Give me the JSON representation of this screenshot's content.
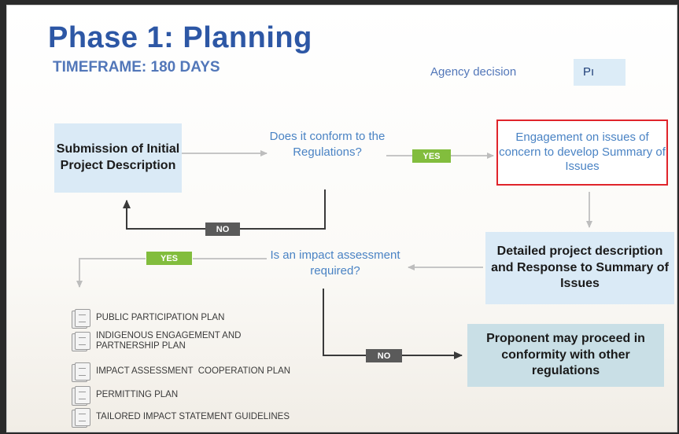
{
  "title": "Phase 1: Planning",
  "subtitle": "TIMEFRAME: 180 DAYS",
  "legend": {
    "label": "Agency decision",
    "swatch_text": "Pı"
  },
  "flow": {
    "submission": "Submission of Initial Project Description",
    "conform_question": "Does it conform to the Regulations?",
    "engagement": "Engagement on issues of concern to develop Summary of Issues",
    "detailed": "Detailed project description and Response to Summary of Issues",
    "ia_question": "Is an impact assessment required?",
    "proponent": "Proponent may proceed in conformity with other regulations"
  },
  "labels": {
    "yes": "YES",
    "no": "NO"
  },
  "plans": [
    "PUBLIC PARTICIPATION PLAN",
    "INDIGENOUS ENGAGEMENT AND PARTNERSHIP PLAN",
    "IMPACT ASSESSMENT  COOPERATION PLAN",
    "PERMITTING PLAN",
    "TAILORED IMPACT STATEMENT GUIDELINES"
  ],
  "colors": {
    "title": "#2d57a5",
    "question_text": "#4a83c4",
    "yes_pill": "#82bd3d",
    "no_pill": "#5a5a5a",
    "highlight_border": "#e0242b",
    "box_fill": "#daeaf6"
  },
  "icons": {
    "plan_item": "document-icon"
  }
}
